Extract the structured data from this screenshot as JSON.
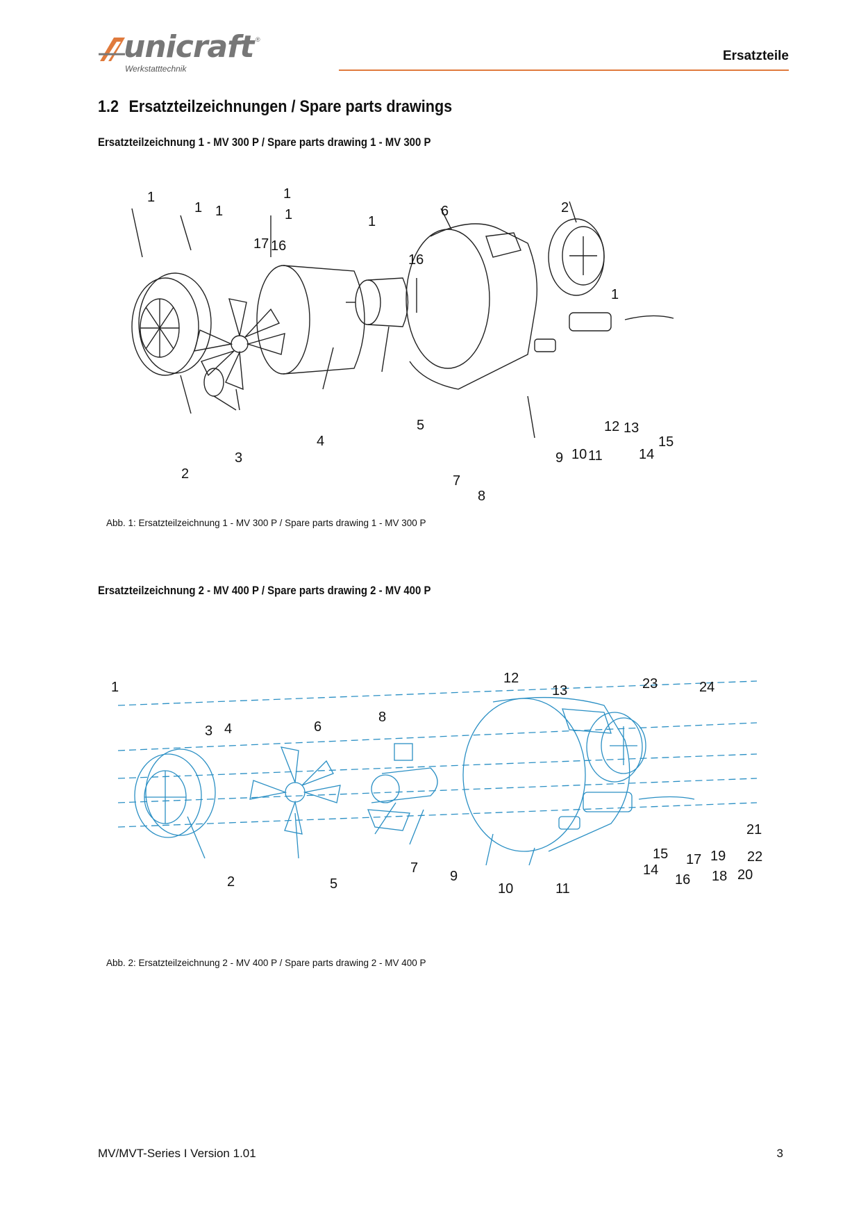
{
  "header": {
    "brand": "unicraft",
    "brand_mark": "®",
    "tagline": "Werkstatttechnik",
    "title": "Ersatzteile",
    "accent_color": "#e07a3c"
  },
  "section": {
    "number": "1.2",
    "title": "Ersatzteilzeichnungen / Spare parts drawings"
  },
  "drawing1": {
    "heading": "Ersatzteilzeichnung 1 - MV 300 P / Spare parts drawing 1 - MV 300 P",
    "caption": "Abb. 1: Ersatzteilzeichnung 1 - MV 300 P / Spare parts drawing 1 - MV 300 P",
    "line_color": "#222222",
    "labels": [
      "1",
      "1",
      "1",
      "1",
      "1",
      "1",
      "1",
      "1",
      "2",
      "2",
      "3",
      "4",
      "5",
      "6",
      "7",
      "8",
      "9",
      "10",
      "11",
      "12",
      "13",
      "14",
      "15",
      "16",
      "16",
      "17"
    ]
  },
  "drawing2": {
    "heading": "Ersatzteilzeichnung 2 - MV 400 P / Spare parts drawing 2 - MV 400 P",
    "caption": "Abb. 2: Ersatzteilzeichnung 2 - MV 400 P / Spare parts drawing 2 - MV 400 P",
    "line_color": "#2a8fc4",
    "labels": [
      "1",
      "2",
      "3",
      "4",
      "5",
      "6",
      "7",
      "8",
      "9",
      "10",
      "11",
      "12",
      "13",
      "14",
      "15",
      "16",
      "17",
      "18",
      "19",
      "20",
      "21",
      "22",
      "23",
      "24"
    ]
  },
  "footer": {
    "series": "MV/MVT-Series I Version 1.01",
    "page": "3"
  }
}
